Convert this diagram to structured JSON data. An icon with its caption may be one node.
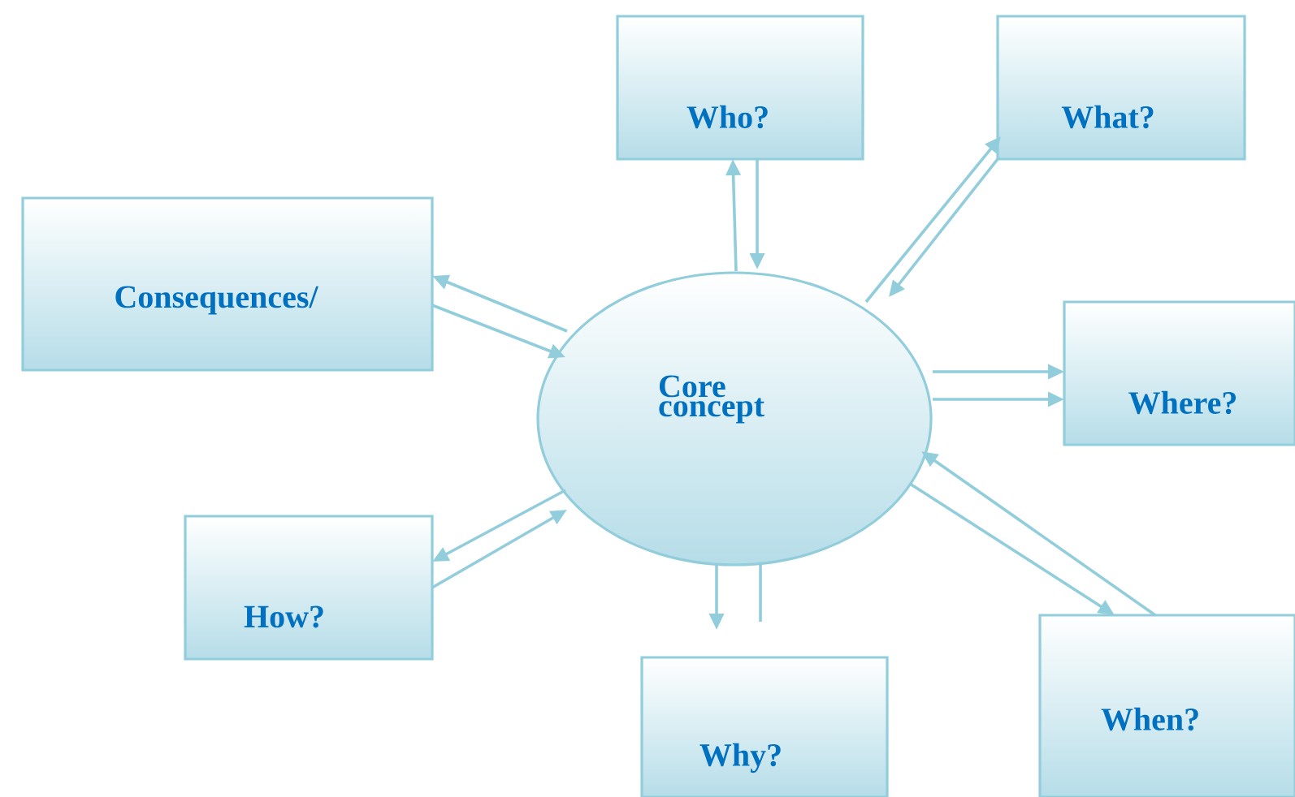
{
  "diagram": {
    "nodes": [
      {
        "text": [
          "Who?"
        ]
      },
      {
        "text": [
          "What?"
        ]
      },
      {
        "text": [
          "Consequences/"
        ]
      },
      {
        "text": [
          "Core concept"
        ]
      },
      {
        "text": [
          "Where?"
        ]
      },
      {
        "text": [
          "How?"
        ]
      },
      {
        "text": [
          "When?"
        ]
      },
      {
        "text": [
          "Why?"
        ]
      }
    ],
    "edges": [
      {
        "from": 3,
        "to": 0,
        "arrow": "to"
      },
      {
        "from": 0,
        "to": 3,
        "arrow": "to"
      },
      {
        "from": 3,
        "to": 1,
        "arrow": "to"
      },
      {
        "from": 1,
        "to": 3,
        "arrow": "to"
      },
      {
        "from": 3,
        "to": 2,
        "arrow": "to"
      },
      {
        "from": 2,
        "to": 3,
        "arrow": "to"
      },
      {
        "from": 3,
        "to": 4,
        "arrow": "to"
      },
      {
        "from": 3,
        "to": 4,
        "arrow": "to"
      },
      {
        "from": 6,
        "to": 3,
        "arrow": "to"
      },
      {
        "from": 3,
        "to": 6,
        "arrow": "to"
      },
      {
        "from": 3,
        "to": 5,
        "arrow": "to"
      },
      {
        "from": 5,
        "to": 3,
        "arrow": "to"
      },
      {
        "from": 3,
        "to": 7,
        "arrow": "to"
      },
      {
        "from": 7,
        "to": 3,
        "arrow": "none"
      }
    ]
  }
}
